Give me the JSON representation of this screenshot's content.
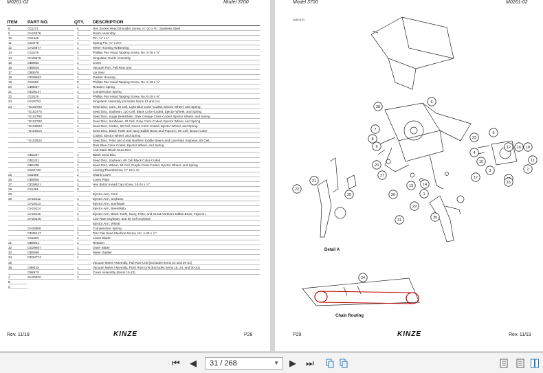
{
  "left_page": {
    "header_left": "M0261-02",
    "header_right": "Model 3700",
    "col_headers": {
      "item": "ITEM",
      "part": "PART NO.",
      "qty": "QTY.",
      "desc": "DESCRIPTION"
    },
    "items": [
      "8",
      "9",
      "10",
      "11",
      "12",
      "13",
      "14",
      "15",
      "16",
      "17",
      "18",
      "19",
      "20",
      "21",
      "22",
      "23",
      "24",
      "",
      "",
      "",
      "",
      "",
      "",
      "",
      "",
      "",
      "",
      "",
      "",
      "",
      "25",
      "26",
      "27",
      "28",
      "29",
      "30",
      "",
      "",
      "",
      "",
      "",
      "",
      "",
      "",
      "31",
      "32",
      "33",
      "34",
      "35",
      "36",
      "",
      "A",
      "B",
      "C"
    ],
    "parts": [
      "G11172",
      "GA24878",
      "G11448",
      "G10475",
      "GA24877",
      "G11578",
      "GA24676",
      "GB0920",
      "GB0818",
      "GB0676",
      "GD26593",
      "G11556",
      "GB0967",
      "GD25147",
      "G11619",
      "GA24752",
      "*G10276X",
      "*G10277X",
      "*G10279X",
      "*G10278X",
      "*G10280X",
      "*G10281X",
      "",
      "*G10282X",
      "",
      "",
      "GB1237",
      "GB1231",
      "GB1238",
      "G10274X",
      "G11609",
      "GB0926",
      "GD28631",
      "G11281",
      "",
      "GA19112",
      "GA19113",
      "GA19114",
      "GA19115",
      "GA20346",
      "",
      "GA26989",
      "GD25147",
      "G11693",
      "GB0921",
      "GD29657",
      "GB0958",
      "GD34774",
      "",
      "G9903X",
      "G9897X",
      "GA20622"
    ],
    "qtys": [
      "4",
      "1",
      "1",
      "1",
      "1",
      "2",
      "1",
      "1",
      "1",
      "1",
      "1",
      "9",
      "1",
      "1",
      "2",
      "1",
      "1",
      "1",
      "1",
      "1",
      "1",
      "1",
      "",
      "1",
      "",
      "",
      "1",
      "1",
      "1",
      "1",
      "2",
      "1",
      "1",
      "2",
      "",
      "1",
      "1",
      "1",
      "1",
      "1",
      "",
      "1",
      "1",
      "1",
      "1",
      "1",
      "1",
      "1",
      "",
      "1",
      "1",
      "1"
    ],
    "descs": [
      "Hex Socket Head Shoulder Screw, ¼\"-20 x ⅜\", Stainless Steel",
      "Brush Assembly",
      "Pin, ¼\" x 1\"",
      "Spring Pin, ⅛\" x 2⅛\"",
      "Meter Housing W/Bearing",
      "Phillips Pan Head Tapping Screw, No. 8-18 x ½\"",
      "Singulator Guide Assembly",
      "Cover",
      "Vacuum Port, Pull Row Unit",
      "Lip Seal",
      "Gasket Housing",
      "Phillips Pan Head Tapping Screw, No. 6-19 x ½\"",
      "Retainer Spring",
      "Compression Spring",
      "Phillips Pan Head Tapping Screw, No. 6-19 x ⅜\"",
      "Singulator Assembly (Includes Items 13 and 14)",
      "Seed Disc, Corn, 40 Cell, Light Blue Color-Coded, Ejector Wheel, and Spring",
      "Seed Disc, Soybean, 120 Cell, Black Color-Coded, Ejector Wheel, and Spring",
      "Seed Disc, Sugar Beets/Milo, Dark Orange Color-Coded, Ejector Wheel, and Spring",
      "Seed Disc, Sunflower, 40 Cell, Gray Color-Coded, Ejector Wheel, and Spring",
      "Seed Disc, Cotton, 60 Cell, Green Color-Coded, Ejector Wheel, and Spring",
      "Seed Disc, Black Turtle and Navy Edible Bean and Popcorn, 80 Cell, Brown Color-",
      "Coded, Ejector Wheel, and Spring",
      "Seed Disc, Pinto and Great Northern Edible Beans and Low-Rate Soybean, 60 Cell,",
      "Dark Blue Color-Coded, Ejector Wheel, and Spring",
      "Anti-Static Blank Seed Disc",
      "Blank Seed Disc",
      "Seed Disc, Soybean, 60 Cell Black Color-Coded",
      "Seed Disc, Wheat, 54 Cell, Purple Color-Coded, Ejector Wheel, and Spring",
      "Locking Thumbscrew, ⅜\"-16 x ¾\"",
      "Shank Cover",
      "Cover Plate",
      "Hex Button Head Cap Screw, 10-24 x ½\"",
      "",
      "Ejector Arm, Corn",
      "Ejector Arm, Soybean",
      "Ejector Arm, Sunflower",
      "Ejector Arm, Beets/Milo",
      "Ejector Arm, Black Turtle, Navy, Pinto, and Great Northern Edible Bean, Popcorn,",
      "Low-Rate Soybean, and 60 Cell Soybean",
      "Ejector Arm, Wheat",
      "Compression Spring",
      "Torx Flat Head Machine Screw, No. 4-40 x ½\"",
      "Lower Blade",
      "Retainer",
      "Outer Blade",
      "Meter Gasket",
      "",
      "Vacuum Meter Assembly, Pull Row Unit (Excludes Items 24 and 29-31)",
      "Vacuum Meter Assembly, Push Row Unit (Excludes Items 16, 24, and 30-31)",
      "Cover Assembly (Items 15-22)"
    ],
    "footer_rev": "Rev. 11/19",
    "brand": "KINZE",
    "page_no": "P28"
  },
  "right_page": {
    "header_left": "Model 3700",
    "header_right": "M0261-02",
    "code": "(A3631R)",
    "callouts": [
      "28",
      "6",
      "7",
      "8",
      "5",
      "9",
      "23",
      "4",
      "12",
      "16",
      "18",
      "20",
      "10",
      "3",
      "14",
      "13",
      "11",
      "17",
      "27",
      "26",
      "1",
      "19",
      "15",
      "2",
      "21",
      "22",
      "25",
      "29",
      "30",
      "31",
      "24"
    ],
    "detail_label": "Detail  A",
    "chain_label": "Chain Routing",
    "footer_rev": "Rev. 11/19",
    "brand": "KINZE",
    "page_no": "P29"
  },
  "toolbar": {
    "first_label": "⏮",
    "prev_label": "◀",
    "page_display": "31 / 268",
    "next_label": "▶",
    "last_label": "⏭"
  }
}
